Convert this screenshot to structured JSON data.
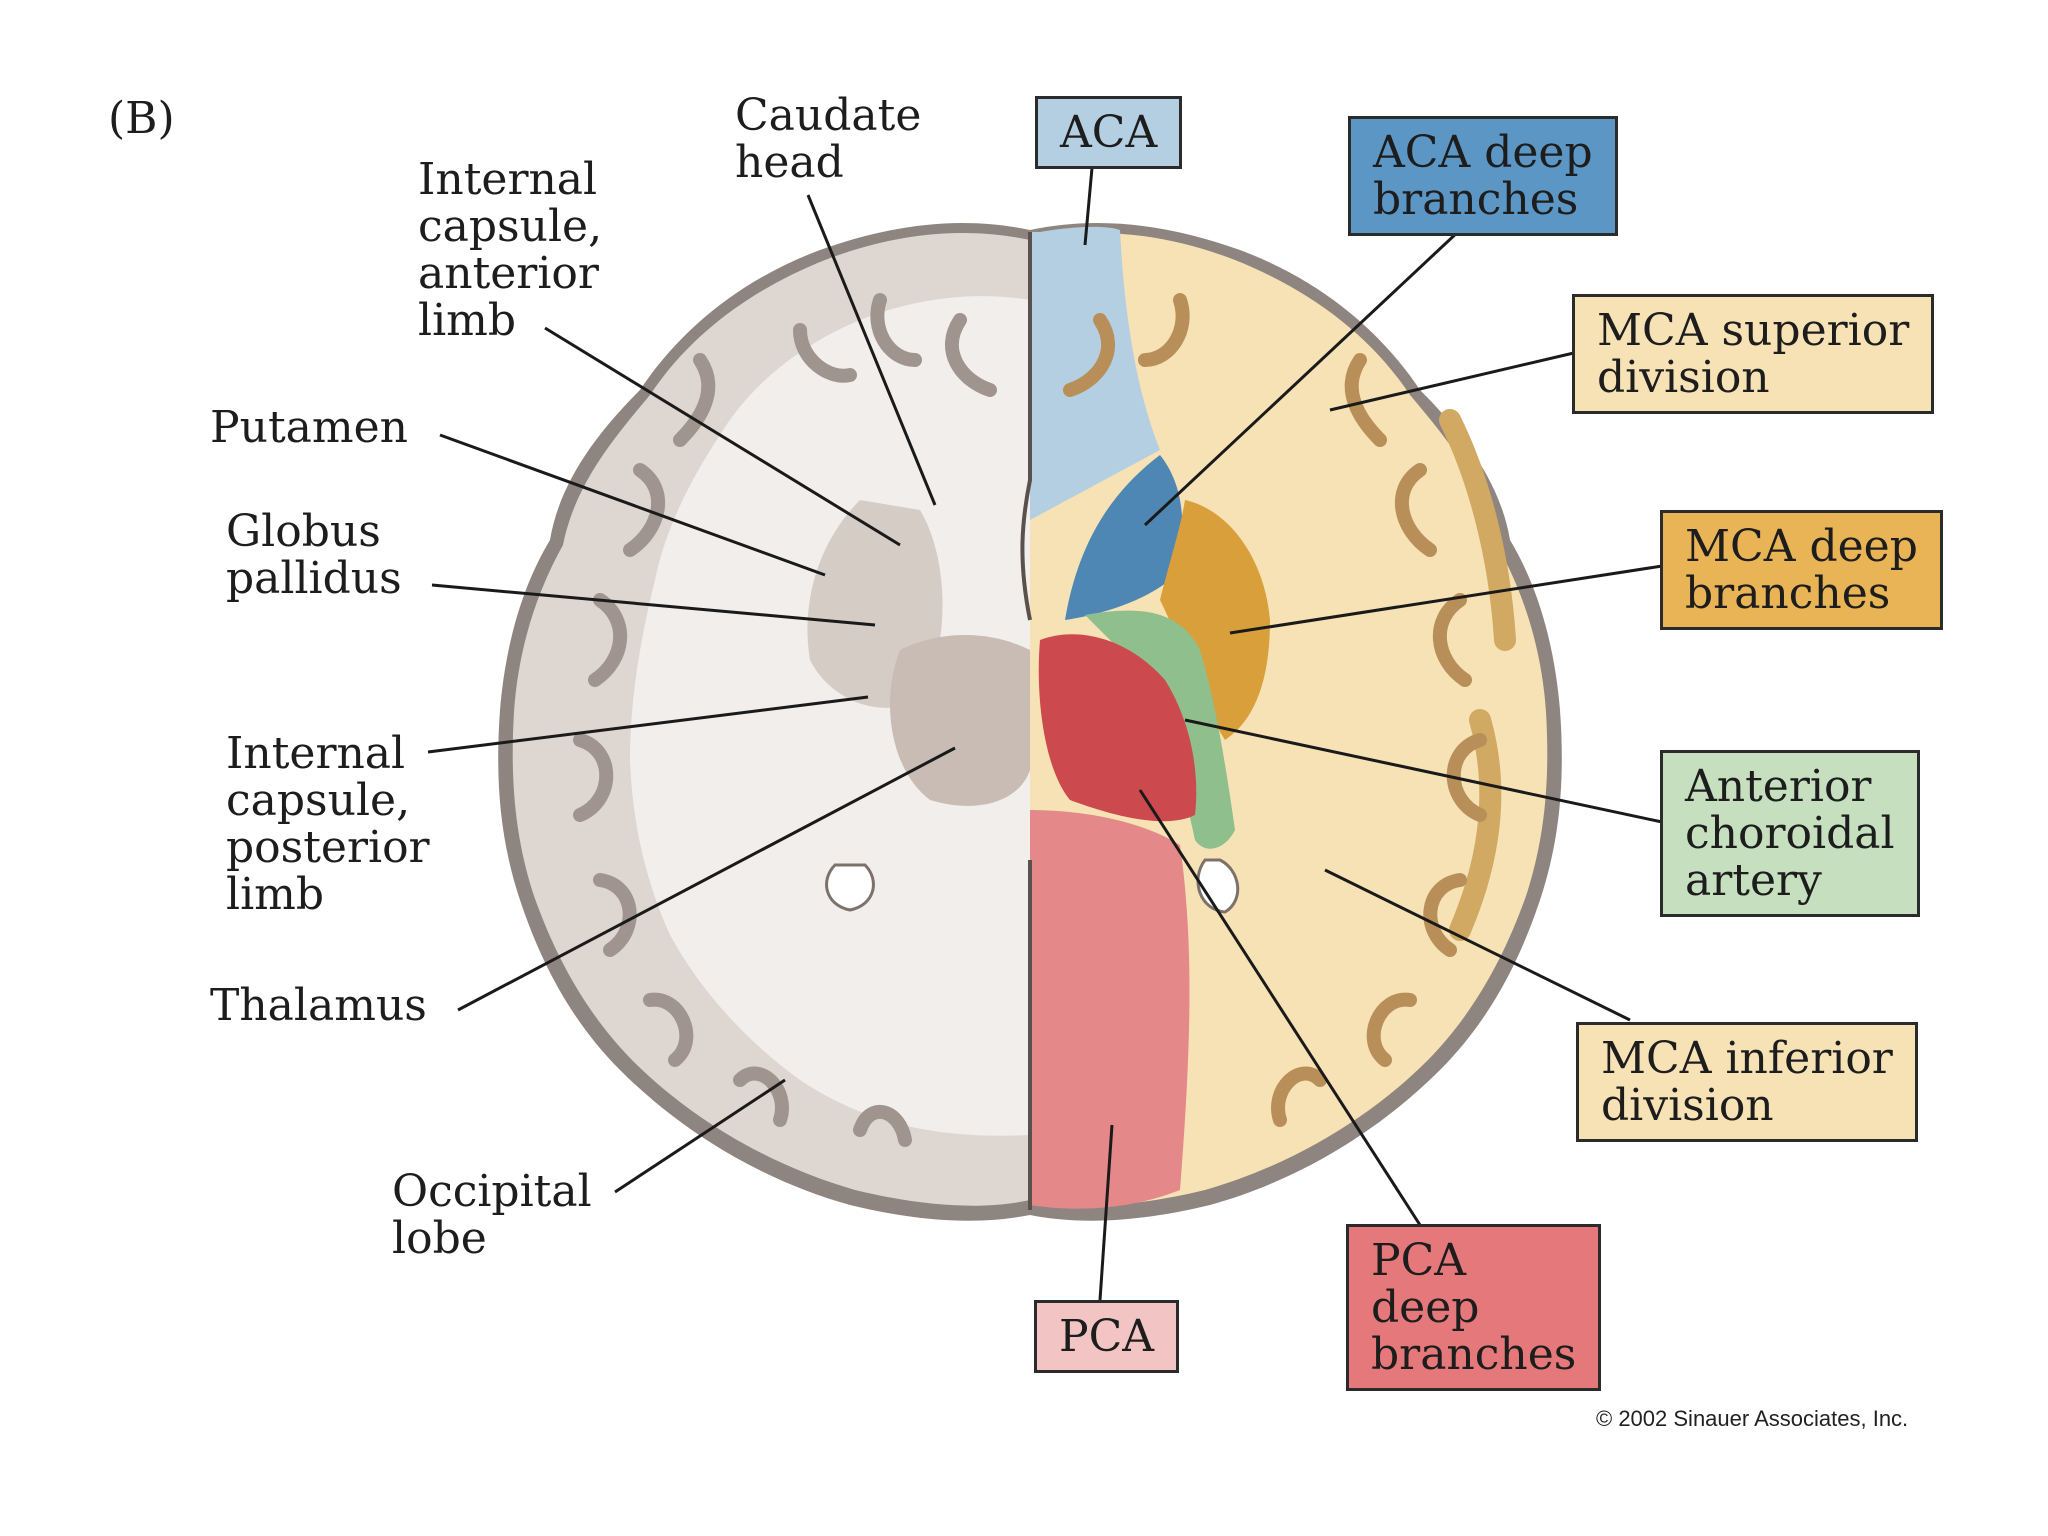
{
  "panel_label": "(B)",
  "left_labels": {
    "caudate_head": "Caudate\nhead",
    "ic_anterior": "Internal\ncapsule,\nanterior\nlimb",
    "putamen": "Putamen",
    "globus_pallidus": "Globus\npallidus",
    "ic_posterior": "Internal\ncapsule,\nposterior\nlimb",
    "thalamus": "Thalamus",
    "occipital_lobe": "Occipital\nlobe"
  },
  "territories": {
    "aca": {
      "label": "ACA",
      "color": "#b4cfe2"
    },
    "aca_deep": {
      "label": "ACA deep\nbranches",
      "color": "#5c96c4"
    },
    "mca_superior": {
      "label": "MCA superior\ndivision",
      "color": "#f6e2b5"
    },
    "mca_deep": {
      "label": "MCA deep\nbranches",
      "color": "#e8b455"
    },
    "anterior_choroidal": {
      "label": "Anterior\nchoroidal\nartery",
      "color": "#c5dfbf"
    },
    "mca_inferior": {
      "label": "MCA inferior\ndivision",
      "color": "#f6e2b5"
    },
    "pca_deep": {
      "label": "PCA\ndeep\nbranches",
      "color": "#e5787a"
    },
    "pca": {
      "label": "PCA",
      "color": "#f2c4c3"
    }
  },
  "copyright": "© 2002 Sinauer Associates, Inc."
}
